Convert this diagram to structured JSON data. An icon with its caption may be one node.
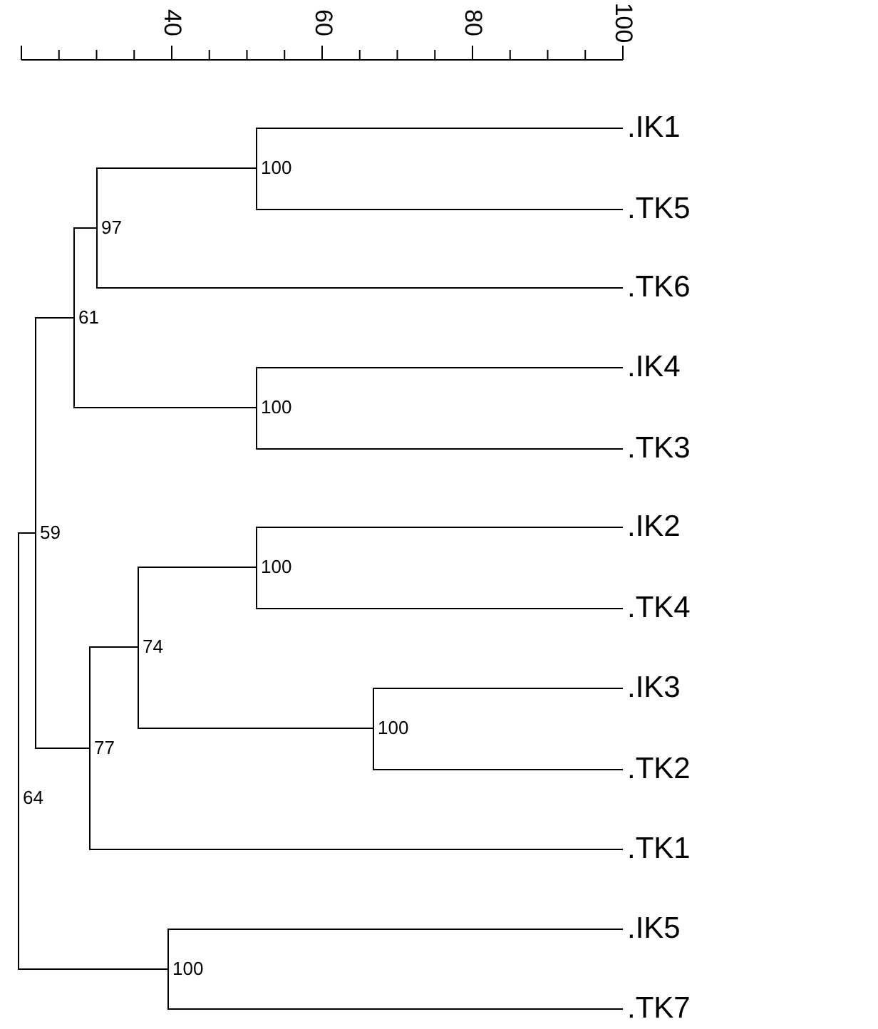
{
  "diagram": {
    "nodes": [
      {
        "text": [
          "100"
        ]
      },
      {
        "text": [
          ".IK1"
        ]
      },
      {
        "text": [
          ".TK5"
        ]
      },
      {
        "text": [
          "97"
        ]
      },
      {
        "text": [
          ".TK6"
        ]
      },
      {
        "text": [
          "61"
        ]
      },
      {
        "text": [
          "100"
        ]
      },
      {
        "text": [
          ".IK4"
        ]
      },
      {
        "text": [
          ".TK3"
        ]
      },
      {
        "text": [
          "64"
        ]
      },
      {
        "text": [
          "100"
        ]
      },
      {
        "text": [
          ".IK2"
        ]
      },
      {
        "text": [
          ".TK4"
        ]
      },
      {
        "text": [
          "74"
        ]
      },
      {
        "text": [
          "100"
        ]
      },
      {
        "text": [
          ".IK3"
        ]
      },
      {
        "text": [
          ".TK2"
        ]
      },
      {
        "text": [
          "59"
        ]
      },
      {
        "text": [
          "77"
        ]
      },
      {
        "text": [
          ".TK1"
        ]
      },
      {
        "text": [
          "100"
        ]
      },
      {
        "text": [
          ".IK5"
        ]
      },
      {
        "text": [
          ".TK7"
        ]
      }
    ],
    "edges": [
      {
        "from": 0,
        "to": 1,
        "arrow": "none"
      },
      {
        "from": 0,
        "to": 2,
        "arrow": "none"
      },
      {
        "from": 3,
        "to": 0,
        "arrow": "none"
      },
      {
        "from": 3,
        "to": 4,
        "arrow": "none"
      },
      {
        "from": 6,
        "to": 7,
        "arrow": "none"
      },
      {
        "from": 6,
        "to": 8,
        "arrow": "none"
      },
      {
        "from": 5,
        "to": 3,
        "arrow": "none"
      },
      {
        "from": 5,
        "to": 6,
        "arrow": "none"
      },
      {
        "from": 10,
        "to": 11,
        "arrow": "none"
      },
      {
        "from": 10,
        "to": 12,
        "arrow": "none"
      },
      {
        "from": 14,
        "to": 15,
        "arrow": "none"
      },
      {
        "from": 14,
        "to": 16,
        "arrow": "none"
      },
      {
        "from": 13,
        "to": 10,
        "arrow": "none"
      },
      {
        "from": 13,
        "to": 14,
        "arrow": "none"
      },
      {
        "from": 18,
        "to": 13,
        "arrow": "none"
      },
      {
        "from": 18,
        "to": 19,
        "arrow": "none"
      },
      {
        "from": 17,
        "to": 5,
        "arrow": "none"
      },
      {
        "from": 17,
        "to": 18,
        "arrow": "none"
      },
      {
        "from": 20,
        "to": 21,
        "arrow": "none"
      },
      {
        "from": 20,
        "to": 22,
        "arrow": "none"
      },
      {
        "from": 9,
        "to": 17,
        "arrow": "none"
      },
      {
        "from": 9,
        "to": 20,
        "arrow": "none"
      }
    ],
    "labels": [
      "40",
      "60",
      "80",
      "100"
    ]
  }
}
